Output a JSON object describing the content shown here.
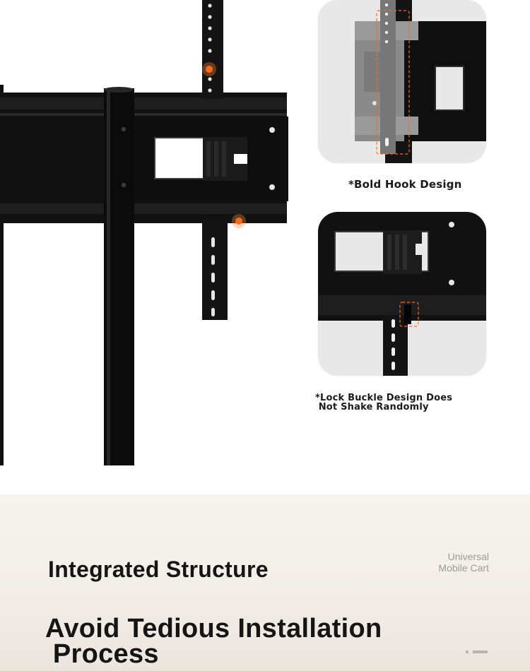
{
  "captions": {
    "hook": "*Bold Hook Design",
    "lock": "*Lock Buckle Design Does\n Not Shake Randomly"
  },
  "banner": {
    "headline": "Integrated Structure",
    "subheadline": "Avoid Tedious Installation\n Process",
    "brand_tag": "Universal\nMobile Cart"
  },
  "colors": {
    "metal": "#111111",
    "highlight": "#ff6a1a",
    "dashed_outline": "#ff6a1a",
    "banner_bg": "#f4efea",
    "headline": "#151515",
    "brand_tag": "#9f9a96"
  },
  "icons": {
    "hook_highlight": "orange-dot-icon",
    "lock_highlight": "orange-dot-icon",
    "hook_detail": "dashed-rectangle-icon",
    "lock_detail": "dashed-rectangle-icon"
  }
}
